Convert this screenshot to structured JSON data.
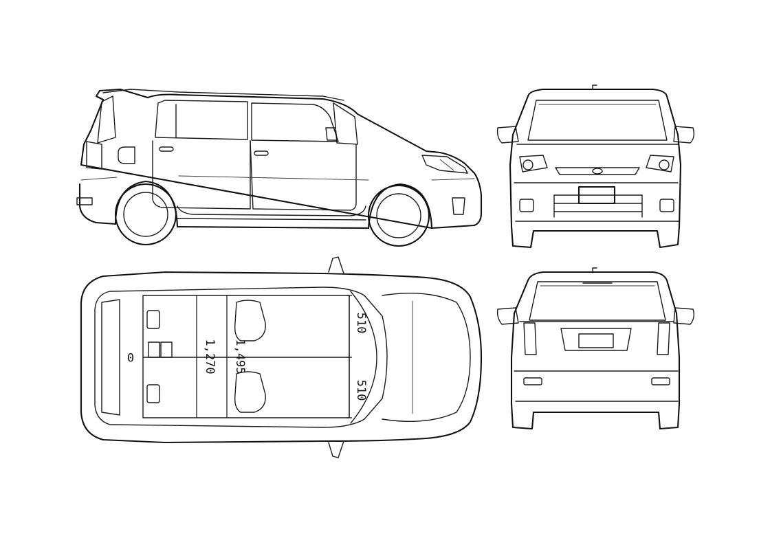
{
  "views": {
    "side": "side-view",
    "front": "front-view",
    "top": "top-view",
    "rear": "rear-view"
  },
  "dimensions": {
    "front_seat_width_left": "510",
    "front_seat_width_right": "510",
    "front_row_length": "1,495",
    "rear_row_length": "1,270",
    "rear_badge": "0"
  }
}
